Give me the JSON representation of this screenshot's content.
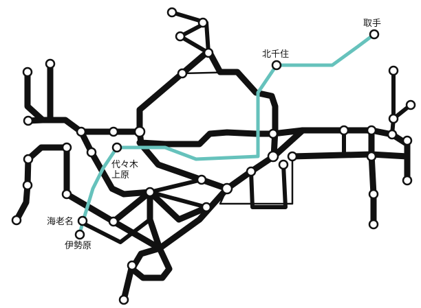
{
  "map": {
    "route_color": "#66c2bc",
    "line_color": "#111111",
    "labels": {
      "toride": "取手",
      "kitasenju": "北千住",
      "yoyogi_uehara_1": "代々木",
      "yoyogi_uehara_2": "上原",
      "ebina": "海老名",
      "isehara": "伊勢原"
    }
  }
}
